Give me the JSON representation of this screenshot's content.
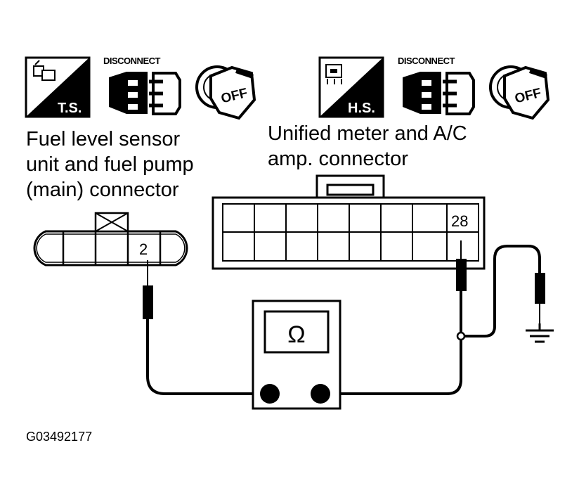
{
  "left_group": {
    "badge": "T.S.",
    "disconnect": "DISCONNECT",
    "key": "OFF",
    "connector_label": [
      "Fuel level sensor",
      "unit and fuel pump",
      "(main) connector"
    ],
    "pin": "2"
  },
  "right_group": {
    "badge": "H.S.",
    "disconnect": "DISCONNECT",
    "key": "OFF",
    "connector_label": [
      "Unified meter and A/C",
      "amp. connector"
    ],
    "pin": "28"
  },
  "meter": {
    "symbol": "Ω"
  },
  "figure_code": "G03492177"
}
